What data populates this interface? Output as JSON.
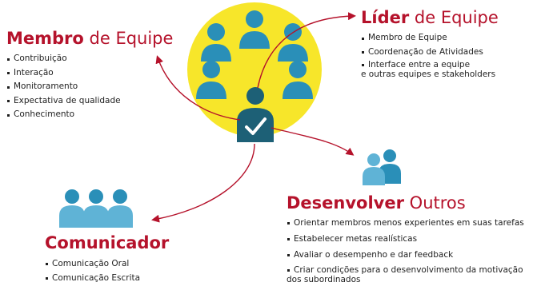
{
  "colors": {
    "brand_red": "#b5122b",
    "team_teal": "#2a8fb8",
    "leader_dark": "#1d6076",
    "highlight_yellow": "#f7e62a",
    "arrow": "#b5122b"
  },
  "icons": {
    "team_group": "people-group-icon",
    "leader_check": "leader-checkmark-icon",
    "pair": "two-people-icon",
    "trio": "three-people-icon"
  },
  "membro": {
    "title_strong": "Membro",
    "title_light": " de Equipe",
    "items": [
      "Contribuição",
      "Interação",
      "Monitoramento",
      "Expectativa de qualidade",
      "Conhecimento"
    ]
  },
  "lider": {
    "title_strong": "Líder",
    "title_light": " de Equipe",
    "items": [
      "Membro de Equipe",
      "Coordenação de Atividades",
      "Interface entre a equipe",
      "e outras equipes e stakeholders"
    ]
  },
  "desenvolver": {
    "title_strong": "Desenvolver",
    "title_light": " Outros",
    "items": [
      "Orientar membros menos experientes em suas tarefas",
      "Estabelecer metas realísticas",
      "Avaliar o desempenho e dar feedback",
      "Criar condições para o desenvolvimento da motivação",
      "dos subordinados"
    ]
  },
  "comunicador": {
    "title_strong": "Comunicador",
    "items": [
      "Comunicação Oral",
      "Comunicação Escrita"
    ]
  }
}
